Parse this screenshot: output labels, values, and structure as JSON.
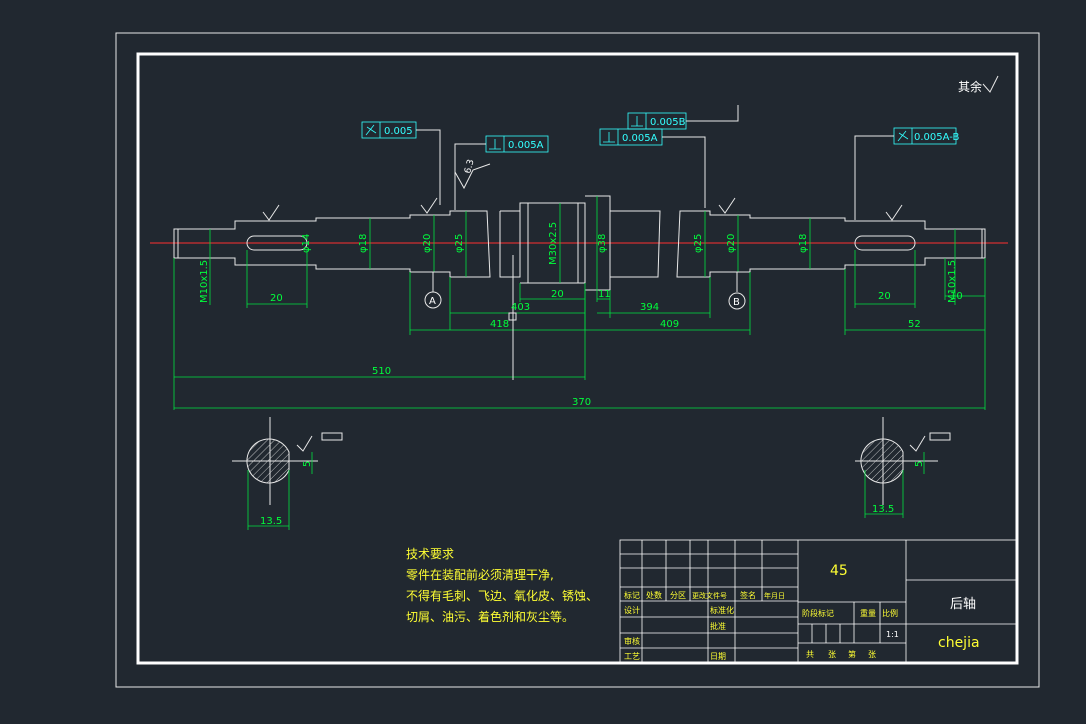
{
  "roughness_note": "其余",
  "tolerances": {
    "t1": "0.005",
    "t2": "0.005A",
    "t3": "0.005B",
    "t4": "0.005A",
    "t5": "0.005A-B"
  },
  "datums": {
    "a": "A",
    "b": "B"
  },
  "surface_value": "6.3",
  "diameter_labels": {
    "thread_left": "M10x1.5",
    "d14": "φ14",
    "d18_left": "φ18",
    "d20_left": "φ20",
    "d25_left": "φ25",
    "m30": "M30x2.5",
    "d38": "φ38",
    "d25_right": "φ25",
    "d20_right": "φ20",
    "d18_right": "φ18",
    "thread_right": "M10x1.5"
  },
  "dimensions": {
    "d20_left": "20",
    "d403": "403",
    "d20_mid": "20",
    "d11": "11",
    "d394": "394",
    "d20_right": "20",
    "d10": "10",
    "d418": "418",
    "d409": "409",
    "d52": "52",
    "d510": "510",
    "d370": "370",
    "sec_left": "13.5",
    "sec_right": "13.5",
    "sec_small": "5"
  },
  "tech_req": {
    "title": "技术要求",
    "lines": [
      "零件在装配前必须清理干净,",
      "不得有毛刺、飞边、氧化皮、锈蚀、",
      "切屑、油污、着色剂和灰尘等。"
    ]
  },
  "title_block": {
    "material": "45",
    "part_name": "后轴",
    "drawing_no": "chejia",
    "scale": "1:1",
    "row_labels": [
      "标记",
      "处数",
      "分区",
      "更改文件号",
      "签名",
      "年月日"
    ],
    "left_labels": [
      "设计",
      "审核",
      "工艺"
    ],
    "mid_labels": [
      "标准化",
      "批准",
      "日期"
    ],
    "stage_labels": [
      "阶段标记",
      "重量",
      "比例"
    ],
    "sheet_labels": [
      "共",
      "张",
      "第",
      "张"
    ]
  }
}
